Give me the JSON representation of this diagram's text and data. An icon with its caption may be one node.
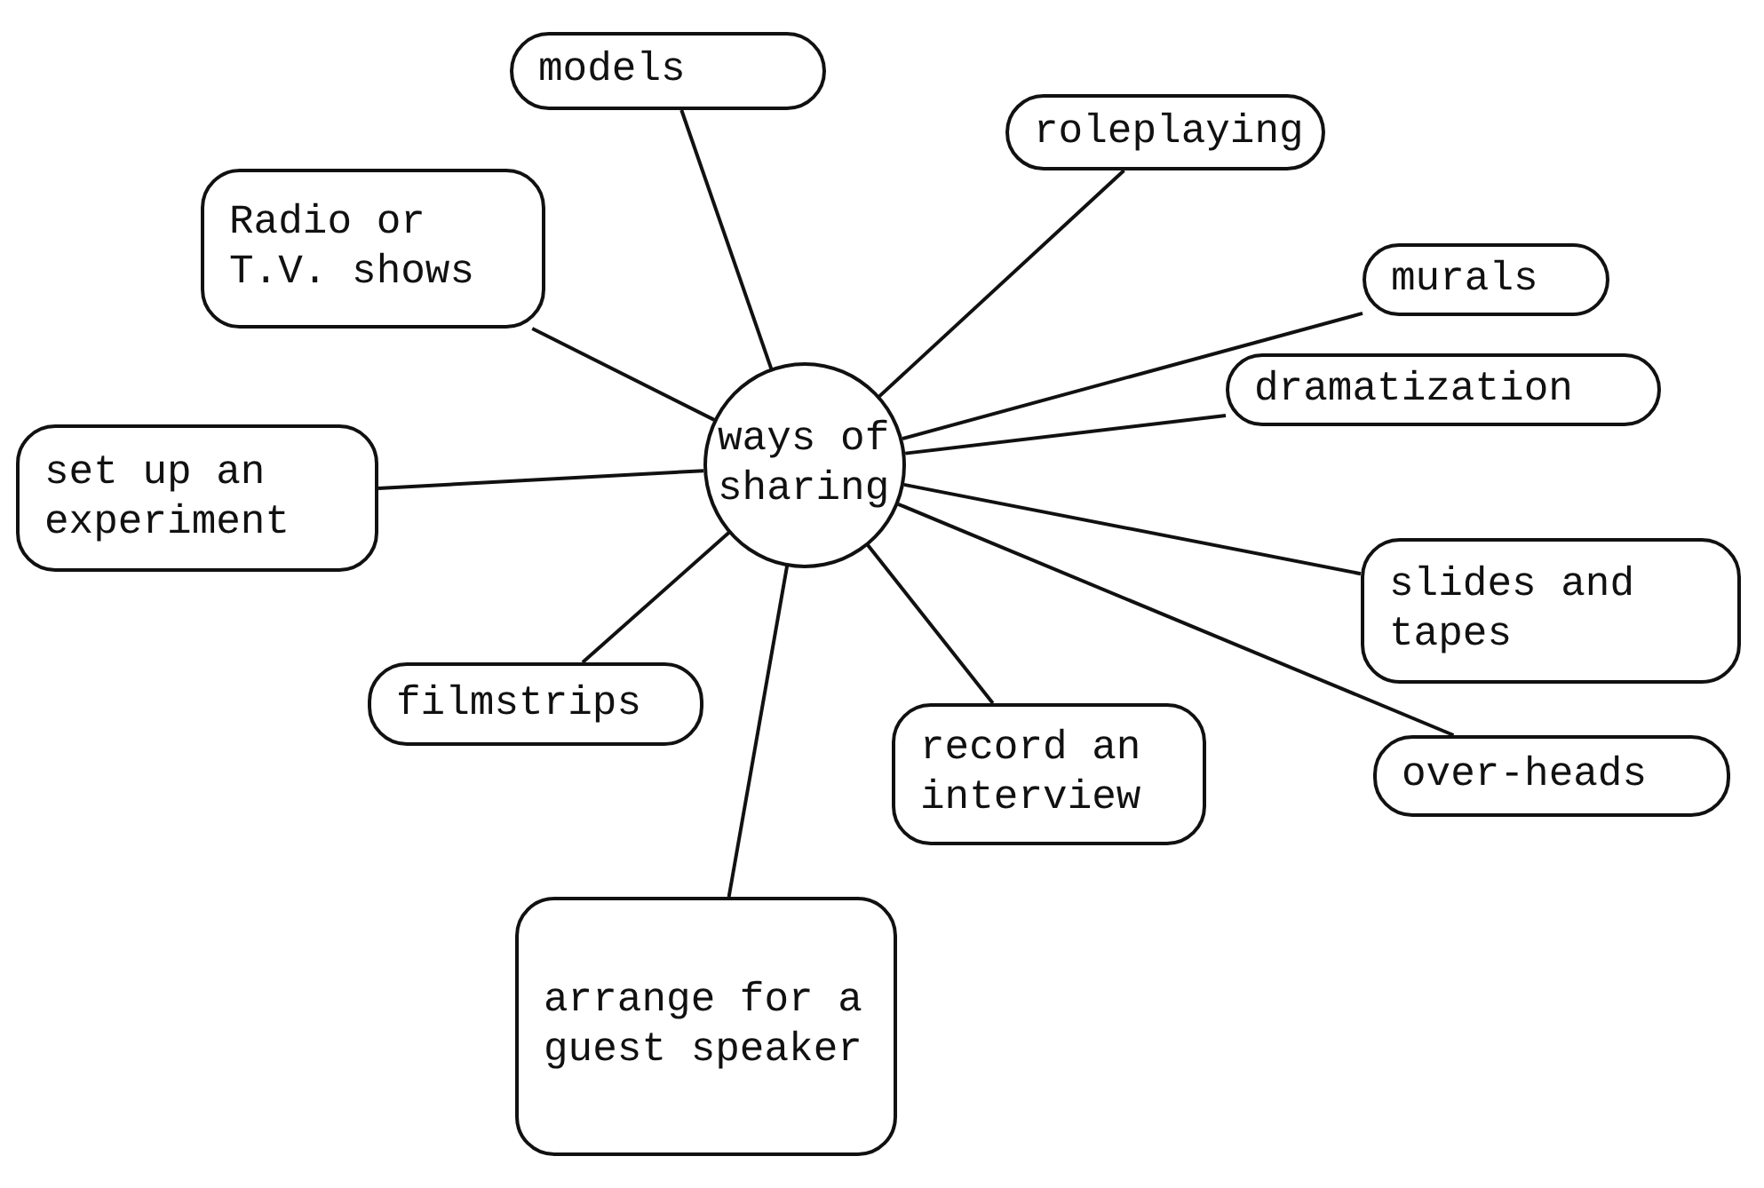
{
  "diagram": {
    "nodes": [
      {
        "text": [
          "ways of sharing"
        ]
      },
      {
        "text": [
          "models"
        ]
      },
      {
        "text": [
          "roleplaying"
        ]
      },
      {
        "text": [
          "Radio or T.V. shows"
        ]
      },
      {
        "text": [
          "murals"
        ]
      },
      {
        "text": [
          "dramatization"
        ]
      },
      {
        "text": [
          "set up an experiment"
        ]
      },
      {
        "text": [
          "slides and tapes"
        ]
      },
      {
        "text": [
          "filmstrips"
        ]
      },
      {
        "text": [
          "record an interview"
        ]
      },
      {
        "text": [
          "over-heads"
        ]
      },
      {
        "text": [
          "arrange for a guest speaker"
        ]
      }
    ],
    "edges": [
      {
        "from": 0,
        "to": 1,
        "arrow": "none"
      },
      {
        "from": 0,
        "to": 2,
        "arrow": "none"
      },
      {
        "from": 0,
        "to": 3,
        "arrow": "none"
      },
      {
        "from": 0,
        "to": 4,
        "arrow": "none"
      },
      {
        "from": 0,
        "to": 5,
        "arrow": "none"
      },
      {
        "from": 0,
        "to": 6,
        "arrow": "none"
      },
      {
        "from": 0,
        "to": 7,
        "arrow": "none"
      },
      {
        "from": 0,
        "to": 8,
        "arrow": "none"
      },
      {
        "from": 0,
        "to": 9,
        "arrow": "none"
      },
      {
        "from": 0,
        "to": 10,
        "arrow": "none"
      },
      {
        "from": 0,
        "to": 11,
        "arrow": "none"
      }
    ]
  }
}
